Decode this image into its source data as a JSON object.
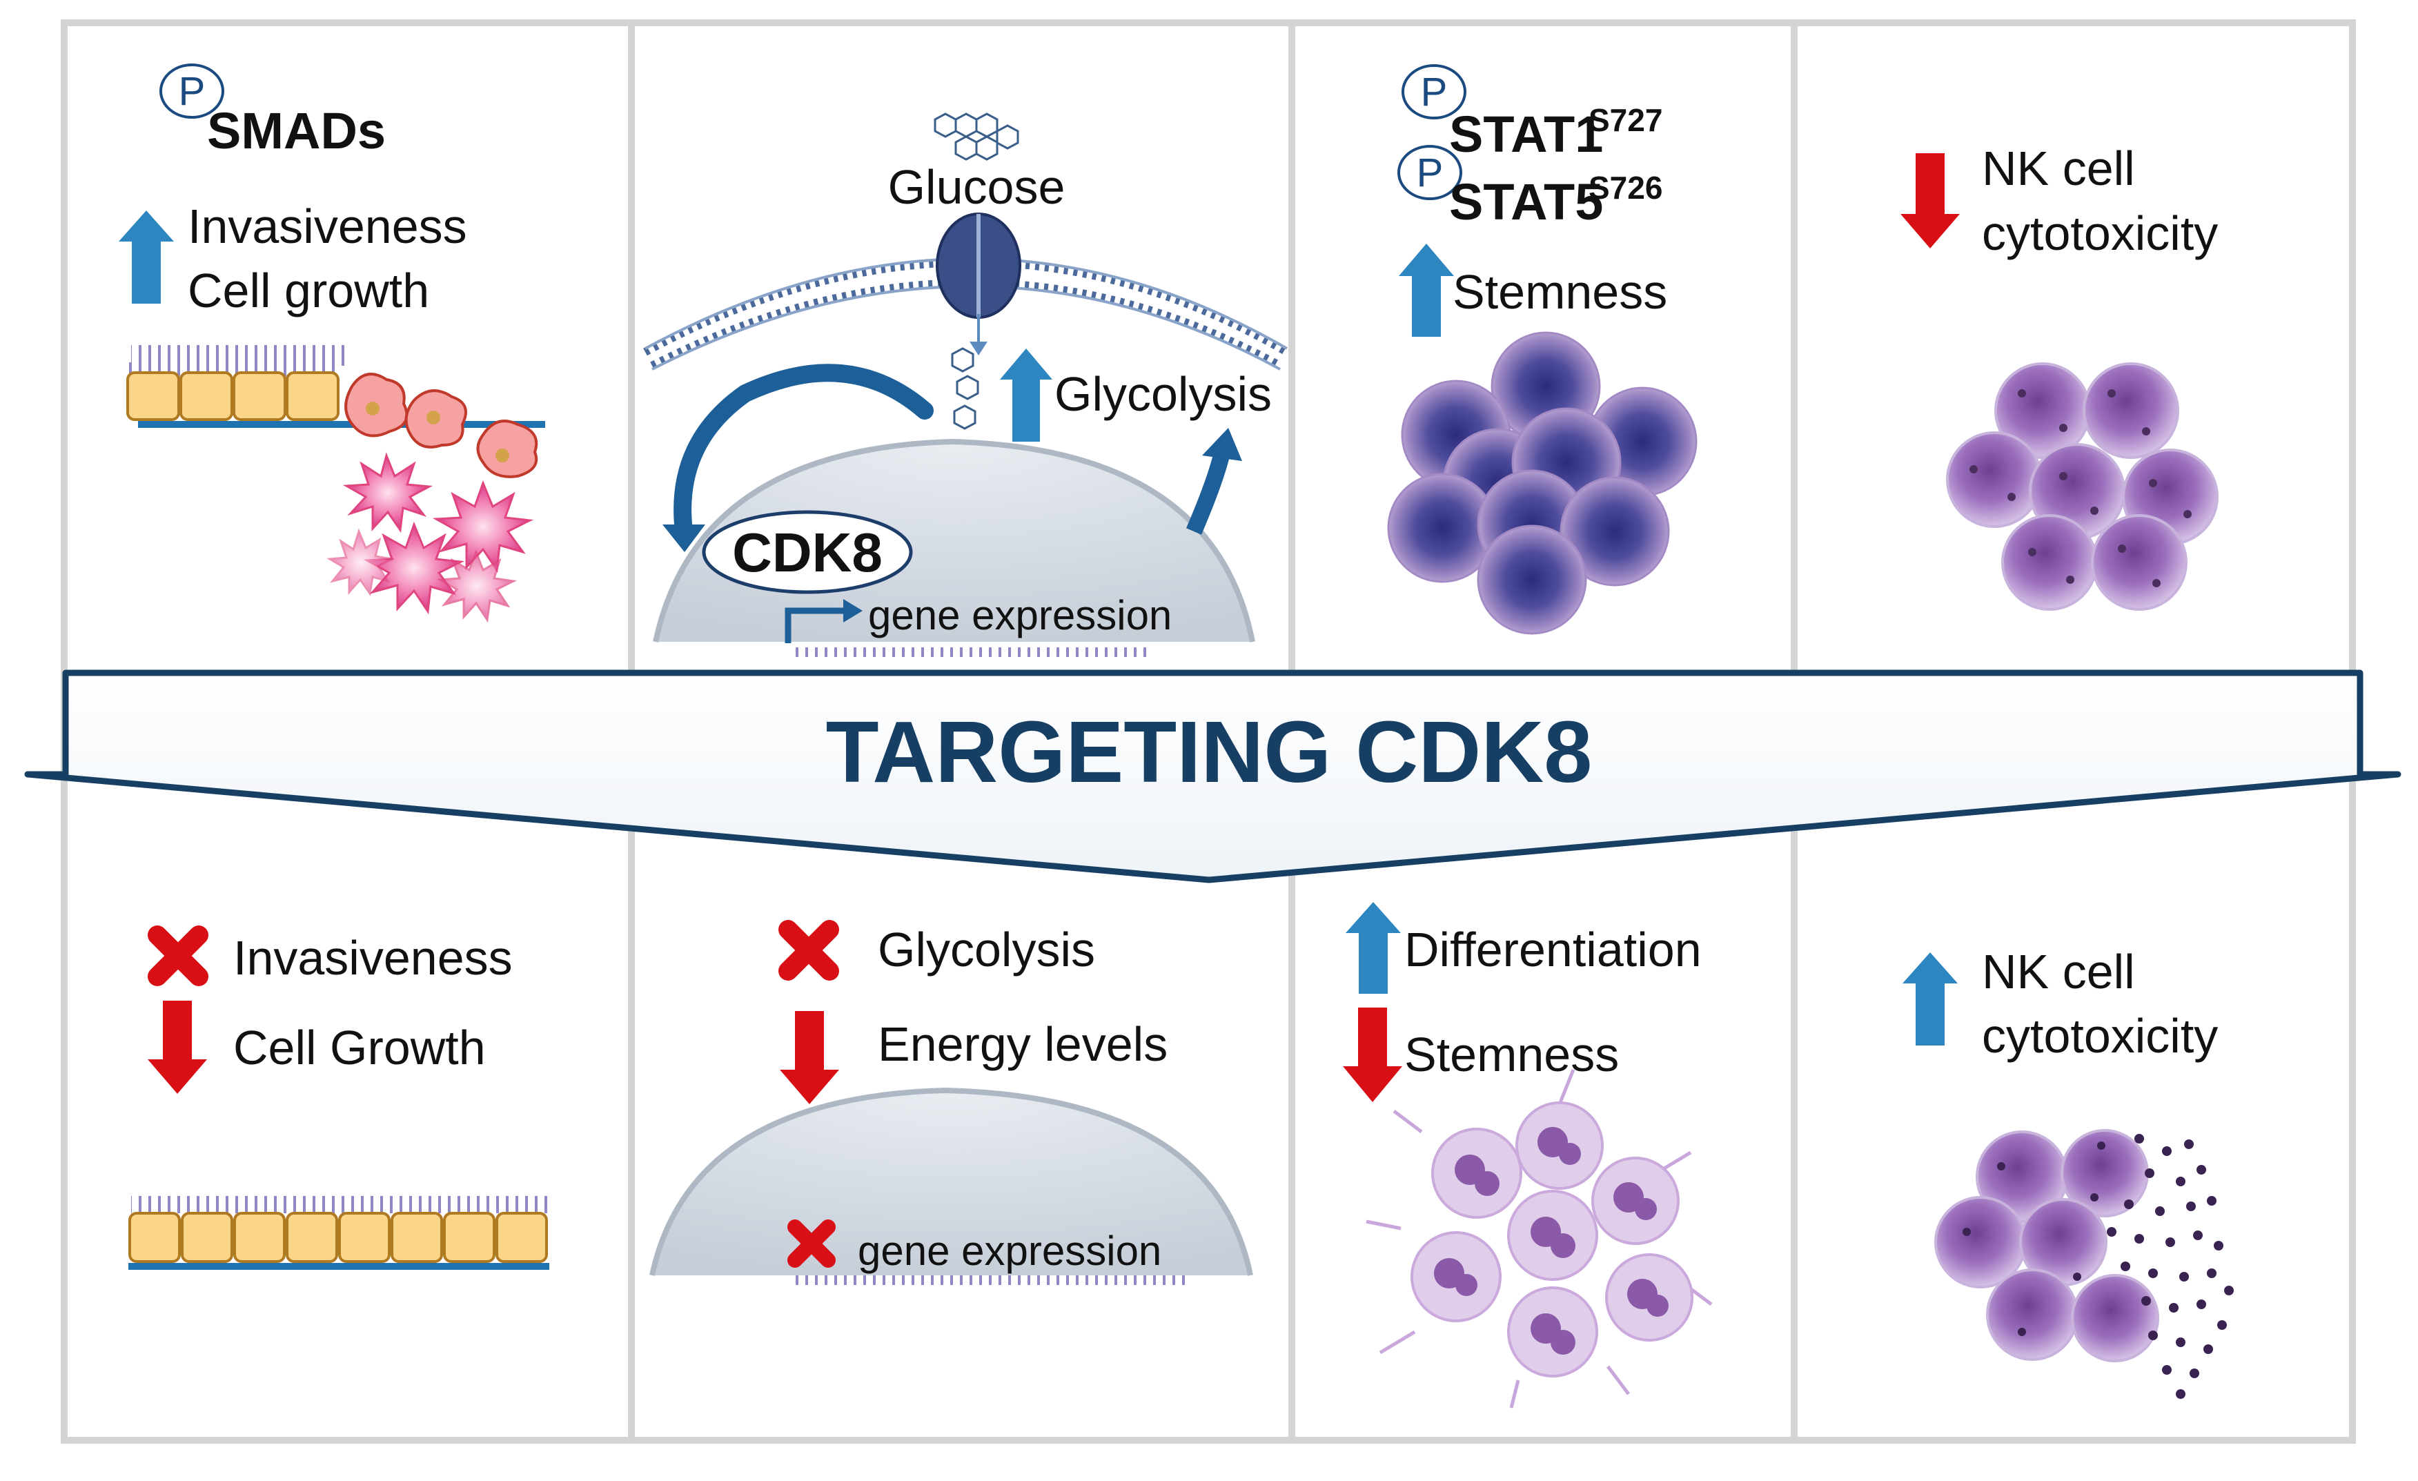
{
  "banner": {
    "title": "TARGETING CDK8"
  },
  "colors": {
    "up_arrow": "#2e86c1",
    "down_arrow": "#d90f16",
    "x_mark": "#d90f16",
    "banner_text": "#173f63",
    "panel_border": "#d4d4d4",
    "membrane": "#4b6a9b",
    "cdk8_arrow": "#1d5f98",
    "stem_cell": "#5a4f9a",
    "nk_cell": "#8f63a8"
  },
  "top": {
    "panel1": {
      "phospho": "P",
      "smads": "SMADs",
      "line1": "Invasiveness",
      "line2": "Cell growth"
    },
    "panel2": {
      "glucose": "Glucose",
      "glycolysis": "Glycolysis",
      "cdk8": "CDK8",
      "gene_expression": "gene expression"
    },
    "panel3": {
      "phospho1": "P",
      "stat1": "STAT1",
      "stat1_site": "S727",
      "phospho2": "P",
      "stat5": "STAT5",
      "stat5_site": "S726",
      "stemness": "Stemness"
    },
    "panel4": {
      "line1": "NK cell",
      "line2": "cytotoxicity"
    }
  },
  "bottom": {
    "panel1": {
      "line1": "Invasiveness",
      "line2": "Cell Growth"
    },
    "panel2": {
      "line1": "Glycolysis",
      "line2": "Energy levels",
      "gene_expression": "gene expression"
    },
    "panel3": {
      "line1": "Differentiation",
      "line2": "Stemness"
    },
    "panel4": {
      "line1": "NK cell",
      "line2": "cytotoxicity"
    }
  }
}
